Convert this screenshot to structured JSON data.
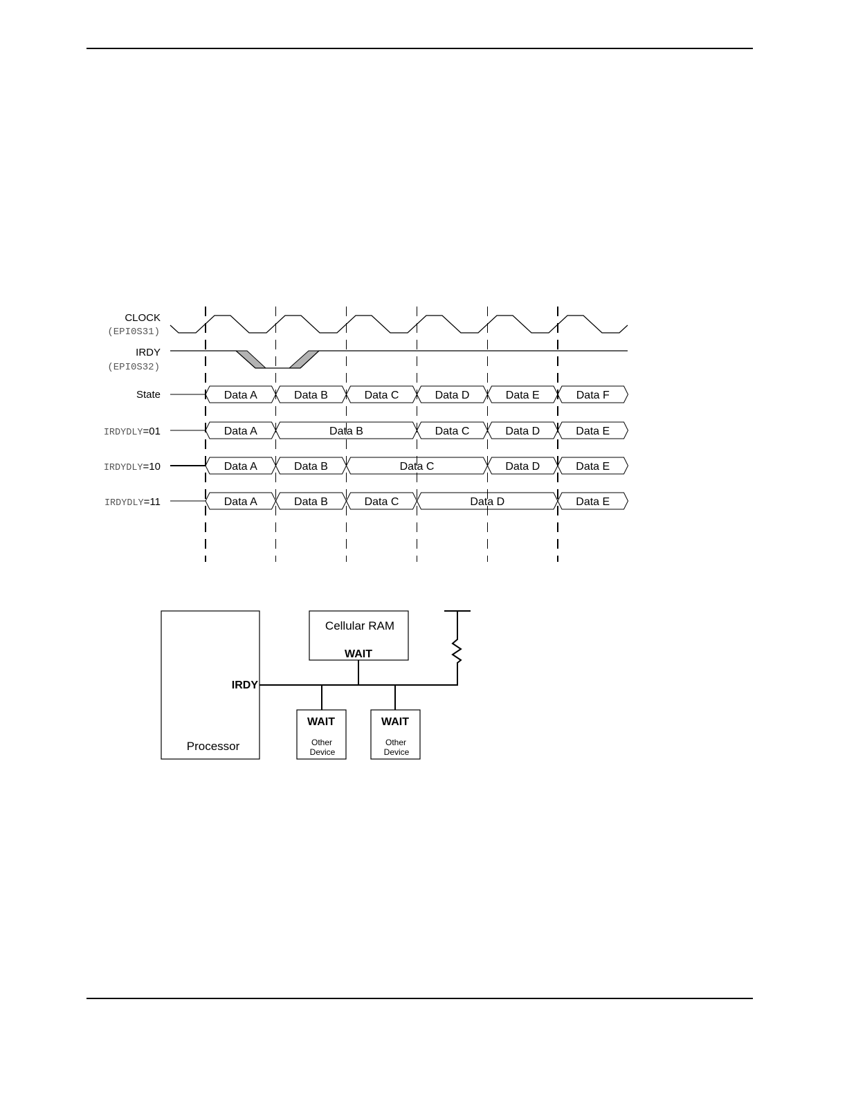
{
  "timing_diagram": {
    "signals": {
      "clock": {
        "name": "CLOCK",
        "pin": "(EPI0S31)"
      },
      "irdy": {
        "name": "IRDY",
        "pin": "(EPI0S32)"
      },
      "state": {
        "name": "State"
      }
    },
    "rows": [
      {
        "key": "state",
        "segments": [
          {
            "label": "Data A",
            "span": 1
          },
          {
            "label": "Data B",
            "span": 1
          },
          {
            "label": "Data C",
            "span": 1
          },
          {
            "label": "Data D",
            "span": 1
          },
          {
            "label": "Data E",
            "span": 1
          },
          {
            "label": "Data F",
            "span": 1
          }
        ]
      },
      {
        "key": "irdydly-01",
        "prefix": "IRDYDLY",
        "suffix": "=01",
        "segments": [
          {
            "label": "Data A",
            "span": 1
          },
          {
            "label": "Data B",
            "span": 2
          },
          {
            "label": "Data C",
            "span": 1
          },
          {
            "label": "Data D",
            "span": 1
          },
          {
            "label": "Data E",
            "span": 1
          }
        ]
      },
      {
        "key": "irdydly-10",
        "prefix": "IRDYDLY",
        "suffix": "=10",
        "segments": [
          {
            "label": "Data A",
            "span": 1
          },
          {
            "label": "Data B",
            "span": 1
          },
          {
            "label": "Data C",
            "span": 2
          },
          {
            "label": "Data D",
            "span": 1
          },
          {
            "label": "Data E",
            "span": 1
          }
        ]
      },
      {
        "key": "irdydly-11",
        "prefix": "IRDYDLY",
        "suffix": "=11",
        "segments": [
          {
            "label": "Data A",
            "span": 1
          },
          {
            "label": "Data B",
            "span": 1
          },
          {
            "label": "Data C",
            "span": 1
          },
          {
            "label": "Data D",
            "span": 2
          },
          {
            "label": "Data E",
            "span": 1
          }
        ]
      }
    ]
  },
  "block_diagram": {
    "processor": {
      "label": "Processor",
      "pin": "IRDY"
    },
    "cellular_ram": {
      "label": "Cellular RAM",
      "pin": "WAIT"
    },
    "other_devices": [
      {
        "pin": "WAIT",
        "line1": "Other",
        "line2": "Device"
      },
      {
        "pin": "WAIT",
        "line1": "Other",
        "line2": "Device"
      }
    ]
  }
}
